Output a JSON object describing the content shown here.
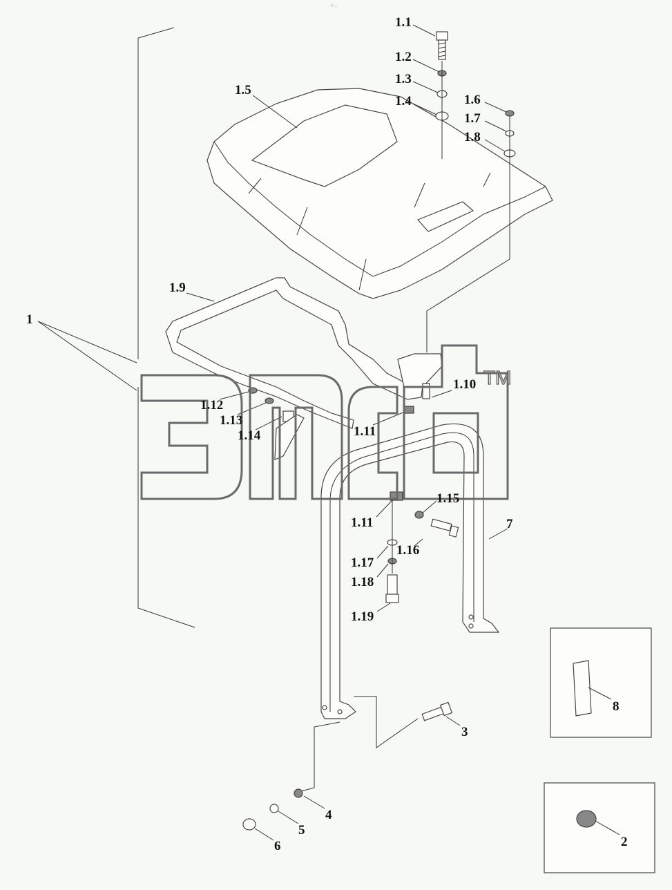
{
  "header": {
    "tiny_text": "f’ ..."
  },
  "watermark": {
    "text": "эмсд",
    "tm": "TM"
  },
  "labels": {
    "l1": "1",
    "l1_1": "1.1",
    "l1_2": "1.2",
    "l1_3": "1.3",
    "l1_4": "1.4",
    "l1_5": "1.5",
    "l1_6": "1.6",
    "l1_7": "1.7",
    "l1_8": "1.8",
    "l1_9": "1.9",
    "l1_10": "1.10",
    "l1_11a": "1.11",
    "l1_11b": "1.11",
    "l1_12": "1.12",
    "l1_13": "1.13",
    "l1_14": "1.14",
    "l1_15": "1.15",
    "l1_16": "1.16",
    "l1_17": "1.17",
    "l1_18": "1.18",
    "l1_19": "1.19",
    "l2": "2",
    "l3": "3",
    "l4": "4",
    "l5": "5",
    "l6": "6",
    "l7": "7",
    "l8": "8"
  },
  "colors": {
    "background": "#f7faf4",
    "line": "#333333",
    "watermark": "#6a6a6a"
  }
}
